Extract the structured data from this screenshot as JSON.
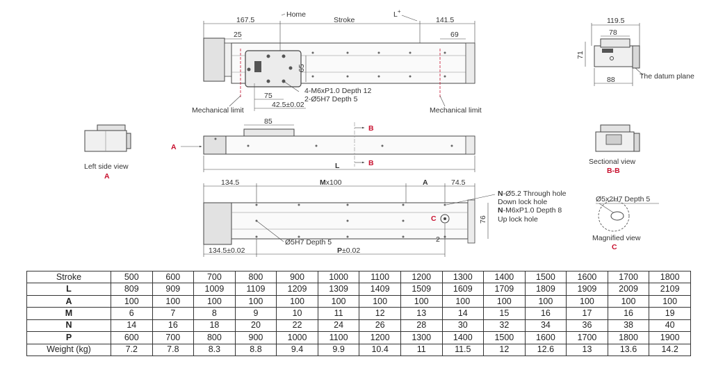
{
  "drawing": {
    "top_view": {
      "dims": {
        "d1": "167.5",
        "d2": "141.5",
        "d3": "25",
        "d4": "69",
        "d5": "65",
        "d6": "75",
        "d7": "42.5±0.02"
      },
      "labels": {
        "home": "Home",
        "stroke": "Stroke",
        "l_plus": "L",
        "plus": "+",
        "note1": "4-M6xP1.0 Depth 12",
        "note2": "2-Ø5H7 Depth 5",
        "mech_left": "Mechanical limit",
        "mech_right": "Mechanical limit"
      }
    },
    "end_view": {
      "dims": {
        "w1": "119.5",
        "w2": "78",
        "h1": "71",
        "w3": "88"
      },
      "datum": "The datum plane"
    },
    "side_view": {
      "dims": {
        "d85": "85"
      },
      "labels": {
        "A": "A",
        "B1": "B",
        "B2": "B",
        "L": "L"
      }
    },
    "left_side_view": {
      "title": "Left side view",
      "tag": "A"
    },
    "sectional_view": {
      "title": "Sectional view",
      "tag": "B-B"
    },
    "bottom_view": {
      "dims": {
        "d1": "134.5",
        "m_bold": "M",
        "m_rest": "x100",
        "a": "A",
        "d2": "74.5",
        "d76": "76",
        "d2b": "2",
        "d3": "134.5±0.02",
        "p_bold": "P",
        "p_rest": "±0.02"
      },
      "labels": {
        "n_bold": "N",
        "n_rest1": "-Ø5.2 Through hole",
        "down": "Down lock hole",
        "n_rest2": "-M6xP1.0 Depth 8",
        "up": "Up lock hole",
        "hole": "Ø5H7 Depth 5",
        "c": "C"
      }
    },
    "magnified_view": {
      "note": "Ø5x2H7 Depth 5",
      "title": "Magnified view",
      "tag": "C"
    }
  },
  "spec_table": {
    "rows": [
      {
        "label": "Stroke",
        "values": [
          "500",
          "600",
          "700",
          "800",
          "900",
          "1000",
          "1100",
          "1200",
          "1300",
          "1400",
          "1500",
          "1600",
          "1700",
          "1800"
        ]
      },
      {
        "label": "L",
        "values": [
          "809",
          "909",
          "1009",
          "1109",
          "1209",
          "1309",
          "1409",
          "1509",
          "1609",
          "1709",
          "1809",
          "1909",
          "2009",
          "2109"
        ]
      },
      {
        "label": "A",
        "values": [
          "100",
          "100",
          "100",
          "100",
          "100",
          "100",
          "100",
          "100",
          "100",
          "100",
          "100",
          "100",
          "100",
          "100"
        ]
      },
      {
        "label": "M",
        "values": [
          "6",
          "7",
          "8",
          "9",
          "10",
          "11",
          "12",
          "13",
          "14",
          "15",
          "16",
          "17",
          "16",
          "19"
        ]
      },
      {
        "label": "N",
        "values": [
          "14",
          "16",
          "18",
          "20",
          "22",
          "24",
          "26",
          "28",
          "30",
          "32",
          "34",
          "36",
          "38",
          "40"
        ]
      },
      {
        "label": "P",
        "values": [
          "600",
          "700",
          "800",
          "900",
          "1000",
          "1100",
          "1200",
          "1300",
          "1400",
          "1500",
          "1600",
          "1700",
          "1800",
          "1900"
        ]
      },
      {
        "label": "Weight (kg)",
        "values": [
          "7.2",
          "7.8",
          "8.3",
          "8.8",
          "9.4",
          "9.9",
          "10.4",
          "11",
          "11.5",
          "12",
          "12.6",
          "13",
          "13.6",
          "14.2"
        ]
      }
    ]
  }
}
